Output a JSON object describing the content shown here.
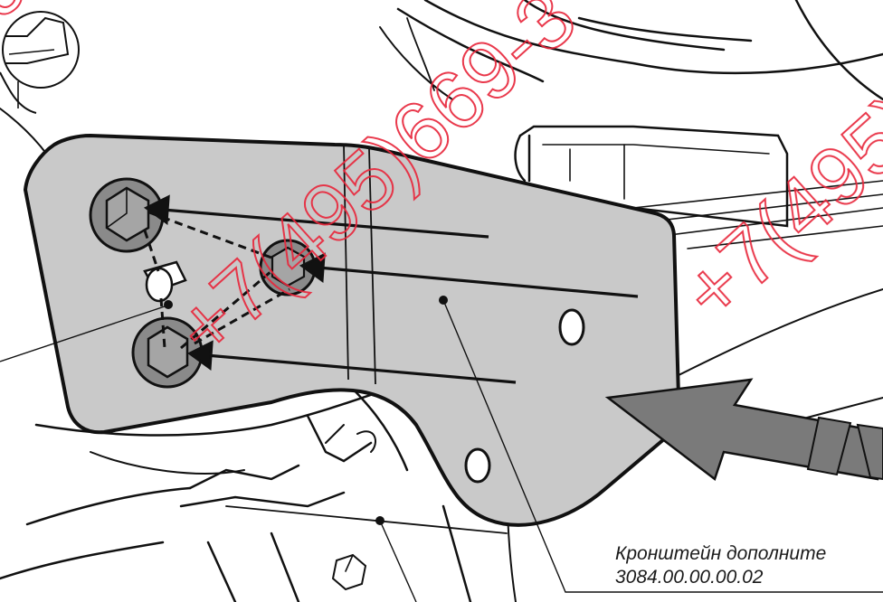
{
  "callout": {
    "line1": "Кронштейн дополните",
    "line2": "3084.00.00.00.02"
  },
  "watermark": {
    "text": "+7(495)669-3"
  },
  "colors": {
    "watermark": "#e8283c",
    "bracket_fill": "#c9c9c9",
    "bolt_fill": "#8a8a8a",
    "arrow_fill": "#7a7a7a",
    "line": "#111111"
  }
}
